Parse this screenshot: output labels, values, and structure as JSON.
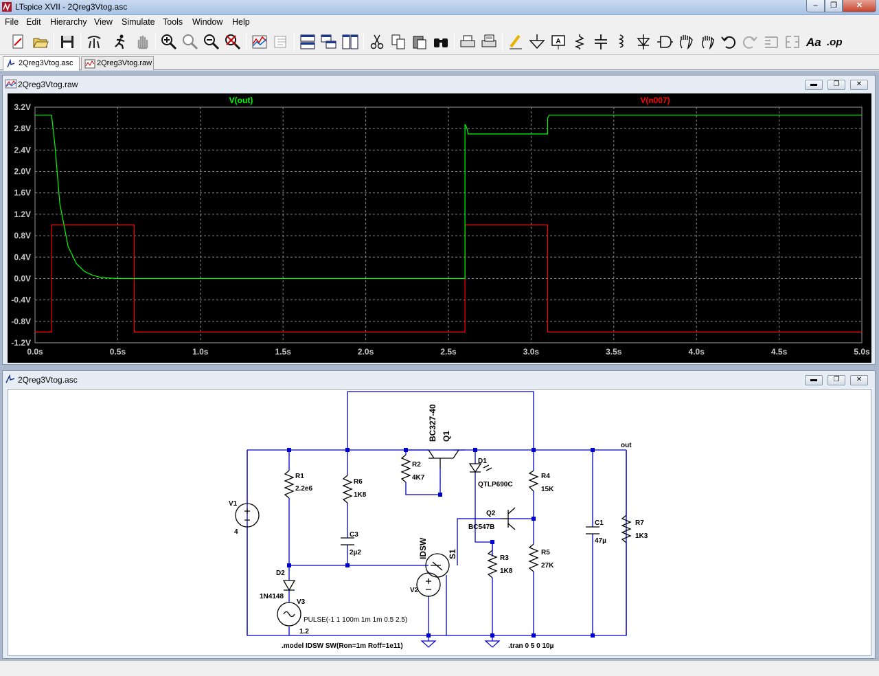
{
  "window": {
    "title": "LTspice XVII - 2Qreg3Vtog.asc",
    "min": "–",
    "max": "❐",
    "close": "✕"
  },
  "menu": [
    "File",
    "Edit",
    "Hierarchy",
    "View",
    "Simulate",
    "Tools",
    "Window",
    "Help"
  ],
  "toolbar_icons": [
    "new-schematic-icon",
    "open-icon",
    "save-icon",
    "control-panel-icon",
    "run-icon",
    "halt-icon",
    "zoom-in-icon",
    "zoom-pan-icon",
    "zoom-out-icon",
    "zoom-cancel-icon",
    "autorange-icon",
    "draft-icon",
    "tile-horizontal-icon",
    "cascade-icon",
    "tile-vertical-icon",
    "cut-icon",
    "copy-icon",
    "paste-icon",
    "find-icon",
    "print-icon",
    "print-preview-icon",
    "draw-wire-icon",
    "ground-icon",
    "label-net-icon",
    "resistor-icon",
    "capacitor-icon",
    "inductor-icon",
    "diode-icon",
    "component-icon",
    "move-icon",
    "drag-icon",
    "undo-icon",
    "redo-icon",
    "rotate-icon",
    "mirror-icon",
    "text-icon",
    "spice-directive-icon"
  ],
  "tabs": [
    {
      "label": "2Qreg3Vtog.asc",
      "active": true
    },
    {
      "label": "2Qreg3Vtog.raw",
      "active": false
    }
  ],
  "plot_window": {
    "title": "2Qreg3Vtog.raw"
  },
  "schematic_window": {
    "title": "2Qreg3Vtog.asc"
  },
  "chart_data": {
    "type": "line",
    "series": [
      {
        "name": "V(out)",
        "color": "#00ff00",
        "x": [
          0,
          0.1,
          0.12,
          0.15,
          0.2,
          0.25,
          0.3,
          0.35,
          0.4,
          0.5,
          0.6,
          1.0,
          2.0,
          2.6,
          2.6,
          2.61,
          2.62,
          3.1,
          3.1,
          3.11,
          5.0
        ],
        "y": [
          3.05,
          3.05,
          2.5,
          1.4,
          0.6,
          0.28,
          0.13,
          0.06,
          0.02,
          0.0,
          0.0,
          0.0,
          0.0,
          0.0,
          2.88,
          2.82,
          2.7,
          2.7,
          3.0,
          3.05,
          3.05
        ]
      },
      {
        "name": "V(n007)",
        "color": "#ff0000",
        "x": [
          0,
          0.1,
          0.1,
          0.6,
          0.6,
          2.6,
          2.6,
          3.1,
          3.1,
          5.0
        ],
        "y": [
          -1,
          -1,
          1,
          1,
          -1,
          -1,
          1,
          1,
          -1,
          -1
        ]
      }
    ],
    "xlim": [
      0,
      5.0
    ],
    "ylim": [
      -1.2,
      3.2
    ],
    "x_ticks": [
      "0.0s",
      "0.5s",
      "1.0s",
      "1.5s",
      "2.0s",
      "2.5s",
      "3.0s",
      "3.5s",
      "4.0s",
      "4.5s",
      "5.0s"
    ],
    "y_ticks": [
      "3.2V",
      "2.8V",
      "2.4V",
      "2.0V",
      "1.6V",
      "1.2V",
      "0.8V",
      "0.4V",
      "0.0V",
      "-0.4V",
      "-0.8V",
      "-1.2V"
    ],
    "grid": true
  },
  "schematic": {
    "labels": {
      "q1_model": "BC327-40",
      "q1_name": "Q1",
      "r1": "R1",
      "r1v": "2.2e6",
      "r2": "R2",
      "r2v": "4K7",
      "r3": "R3",
      "r3v": "1K8",
      "r4": "R4",
      "r4v": "15K",
      "r5": "R5",
      "r5v": "27K",
      "r6": "R6",
      "r6v": "1K8",
      "r7": "R7",
      "r7v": "1K3",
      "c1": "C1",
      "c1v": "47µ",
      "c3": "C3",
      "c3v": "2µ2",
      "d1": "D1",
      "d1v": "QTLP690C",
      "d2": "D2",
      "d2v": "1N4148",
      "q2": "Q2",
      "q2v": "BC547B",
      "v1": "V1",
      "v1v": "4",
      "v2": "V2",
      "v3": "V3",
      "v3v": "PULSE(-1 1 100m 1m 1m 0.5 2.5)",
      "v3v2": "1.2",
      "s1_model": "IDSW",
      "s1": "S1",
      "out": "out",
      "model": ".model IDSW SW(Ron=1m Roff=1e11)",
      "tran": ".tran 0 5 0 10µ"
    }
  }
}
